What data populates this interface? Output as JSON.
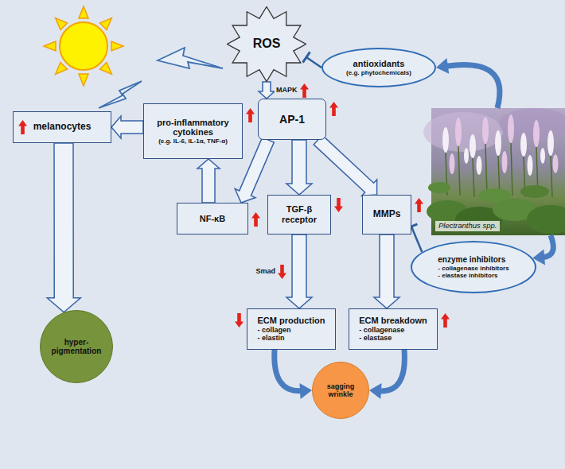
{
  "diagram": {
    "nodes": [
      {
        "text": [
          "ROS"
        ]
      },
      {
        "text": [
          "antioxidants",
          "(e.g. phytochemicals)"
        ]
      },
      {
        "text": [
          "melanocytes"
        ]
      },
      {
        "text": [
          "pro-inflammatory cytokines",
          "(e.g. IL-6, IL-1α, TNF-α)"
        ]
      },
      {
        "text": [
          "AP-1"
        ]
      },
      {
        "text": [
          "Plectranthus spp."
        ]
      },
      {
        "text": [
          "NF-κB"
        ]
      },
      {
        "text": [
          "TGF-β receptor"
        ]
      },
      {
        "text": [
          "MMPs"
        ]
      },
      {
        "text": [
          "enzyme inhibitors",
          "- collagenase inhibitors",
          "- elastase inhibitors"
        ]
      },
      {
        "text": [
          "hyper-pigmentation"
        ]
      },
      {
        "text": [
          "ECM production",
          "- collagen",
          "- elastin"
        ]
      },
      {
        "text": [
          "ECM breakdown",
          "- collagenase",
          "- elastase"
        ]
      },
      {
        "text": [
          "sagging wrinkle"
        ]
      }
    ],
    "edges": [
      {
        "from": 1,
        "to": 0,
        "arrow": "to"
      },
      {
        "from": 0,
        "to": 4,
        "label": "MAPK",
        "arrow": "to"
      },
      {
        "from": 3,
        "to": 2,
        "arrow": "to"
      },
      {
        "from": 2,
        "to": 10,
        "arrow": "to"
      },
      {
        "from": 6,
        "to": 3,
        "arrow": "to"
      },
      {
        "from": 4,
        "to": 6,
        "arrow": "to"
      },
      {
        "from": 4,
        "to": 7,
        "arrow": "to"
      },
      {
        "from": 4,
        "to": 8,
        "arrow": "to"
      },
      {
        "from": 7,
        "to": 11,
        "label": "Smad",
        "arrow": "to"
      },
      {
        "from": 8,
        "to": 12,
        "arrow": "to"
      },
      {
        "from": 5,
        "to": 1,
        "arrow": "to"
      },
      {
        "from": 5,
        "to": 9,
        "arrow": "to"
      },
      {
        "from": 9,
        "to": 8,
        "arrow": "to"
      },
      {
        "from": 11,
        "to": 13,
        "arrow": "to"
      },
      {
        "from": 12,
        "to": 13,
        "arrow": "to"
      }
    ]
  }
}
